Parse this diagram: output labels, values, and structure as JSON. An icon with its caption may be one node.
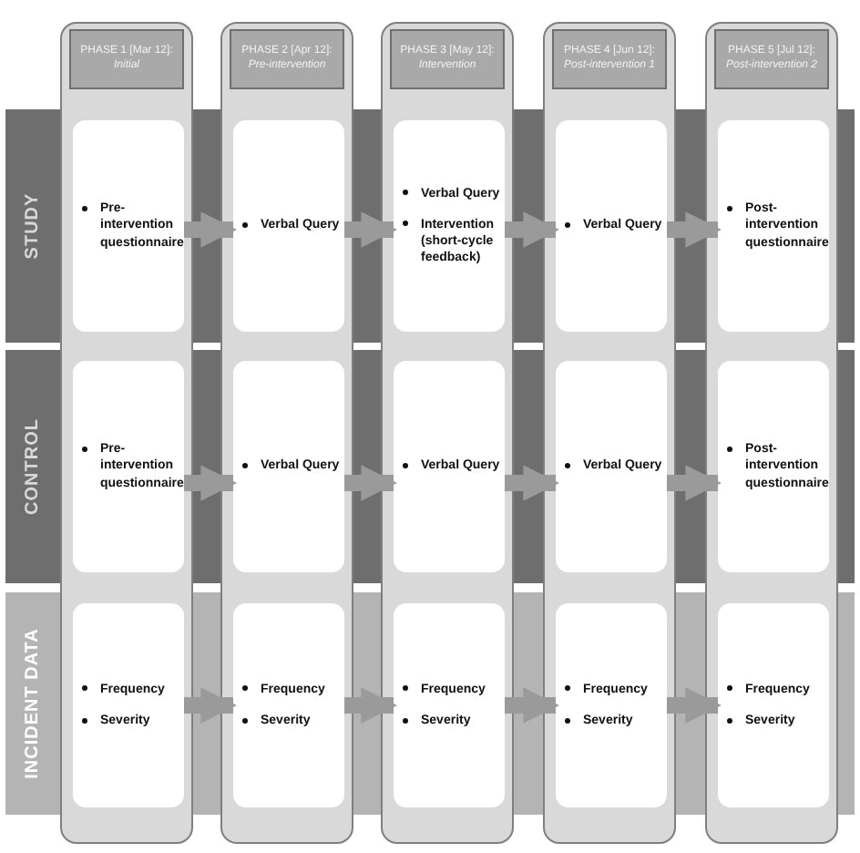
{
  "diagram": {
    "nodes": [
      {
        "text": [
          "PHASE 1 [Mar 12]: *Initial*"
        ]
      },
      {
        "text": [
          "PHASE 2 [Apr 12]: *Pre-intervention*"
        ]
      },
      {
        "text": [
          "PHASE 3 [May 12]: *Intervention*"
        ]
      },
      {
        "text": [
          "PHASE 4 [Jun 12]: *Post-intervention 1*"
        ]
      },
      {
        "text": [
          "PHASE 5 [Jul 12]: *Post-intervention 2*"
        ]
      },
      {
        "text": [
          "STUDY"
        ]
      },
      {
        "text": [
          "CONTROL"
        ]
      },
      {
        "text": [
          "INCIDENT DATA"
        ]
      },
      {
        "text": [
          "Pre-intervention questionnaire"
        ],
        "in": 0
      },
      {
        "text": [
          "Verbal Query"
        ],
        "in": 1
      },
      {
        "text": [
          "Verbal Query",
          "Intervention (short-cycle feedback)"
        ],
        "in": 2
      },
      {
        "text": [
          "Verbal Query"
        ],
        "in": 3
      },
      {
        "text": [
          "Post-intervention questionnaire"
        ],
        "in": 4
      },
      {
        "text": [
          "Pre-intervention questionnaire"
        ],
        "in": 0
      },
      {
        "text": [
          "Verbal Query"
        ],
        "in": 1
      },
      {
        "text": [
          "Verbal Query"
        ],
        "in": 2
      },
      {
        "text": [
          "Verbal Query"
        ],
        "in": 3
      },
      {
        "text": [
          "Post-intervention questionnaire"
        ],
        "in": 4
      },
      {
        "text": [
          "Frequency",
          "Severity"
        ],
        "in": 0
      },
      {
        "text": [
          "Frequency",
          "Severity"
        ],
        "in": 1
      },
      {
        "text": [
          "Frequency",
          "Severity"
        ],
        "in": 2
      },
      {
        "text": [
          "Frequency",
          "Severity"
        ],
        "in": 3
      },
      {
        "text": [
          "Frequency",
          "Severity"
        ],
        "in": 4
      }
    ],
    "edges": [
      {
        "from": 8,
        "to": 9,
        "arrow": "to"
      },
      {
        "from": 9,
        "to": 10,
        "arrow": "to"
      },
      {
        "from": 10,
        "to": 11,
        "arrow": "to"
      },
      {
        "from": 11,
        "to": 12,
        "arrow": "to"
      },
      {
        "from": 13,
        "to": 14,
        "arrow": "to"
      },
      {
        "from": 14,
        "to": 15,
        "arrow": "to"
      },
      {
        "from": 15,
        "to": 16,
        "arrow": "to"
      },
      {
        "from": 16,
        "to": 17,
        "arrow": "to"
      },
      {
        "from": 18,
        "to": 19,
        "arrow": "to"
      },
      {
        "from": 19,
        "to": 20,
        "arrow": "to"
      },
      {
        "from": 20,
        "to": 21,
        "arrow": "to"
      },
      {
        "from": 21,
        "to": 22,
        "arrow": "to"
      }
    ]
  }
}
